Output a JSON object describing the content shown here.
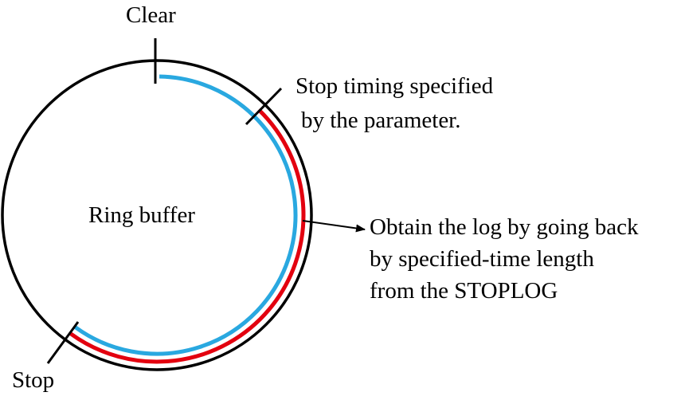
{
  "labels": {
    "clear": "Clear",
    "stop": "Stop",
    "ring_buffer": "Ring buffer",
    "stop_timing_line1": "Stop timing specified",
    "stop_timing_line2": "by the parameter.",
    "obtain_line1": "Obtain the log by going back",
    "obtain_line2": "by specified-time length",
    "obtain_line3": "from the STOPLOG"
  },
  "colors": {
    "ring": "#000000",
    "buffer_arc": "#29a8e0",
    "log_arc": "#e3000f"
  }
}
